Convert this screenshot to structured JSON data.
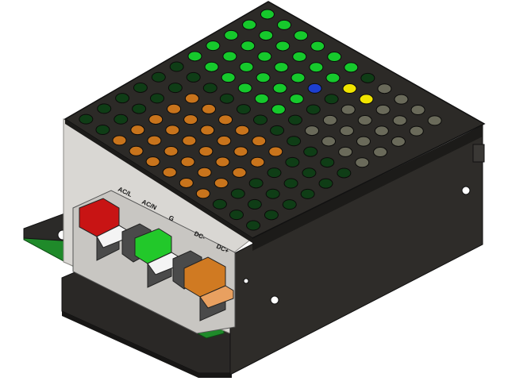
{
  "terminal_labels": [
    "AC/L",
    "AC/N",
    "G",
    "DC-",
    "DC+"
  ],
  "colors": {
    "chassis": "#2c2a27",
    "chassis_dark": "#1c1b19",
    "front_panel": "#d9d7d3",
    "pcb_green": "#1f8a2a",
    "hole_green": "#16c92c",
    "hole_orange": "#c8741c",
    "hole_yellow": "#f0e400",
    "hole_blue": "#1d3fd0",
    "terminal_red": "#c81414",
    "terminal_green": "#22c82a",
    "terminal_orange": "#d07a22",
    "terminal_white": "#f4f4f4",
    "terminal_grey": "#4a4a4a"
  },
  "icons": [
    "ventilation-hole",
    "mounting-hole"
  ]
}
